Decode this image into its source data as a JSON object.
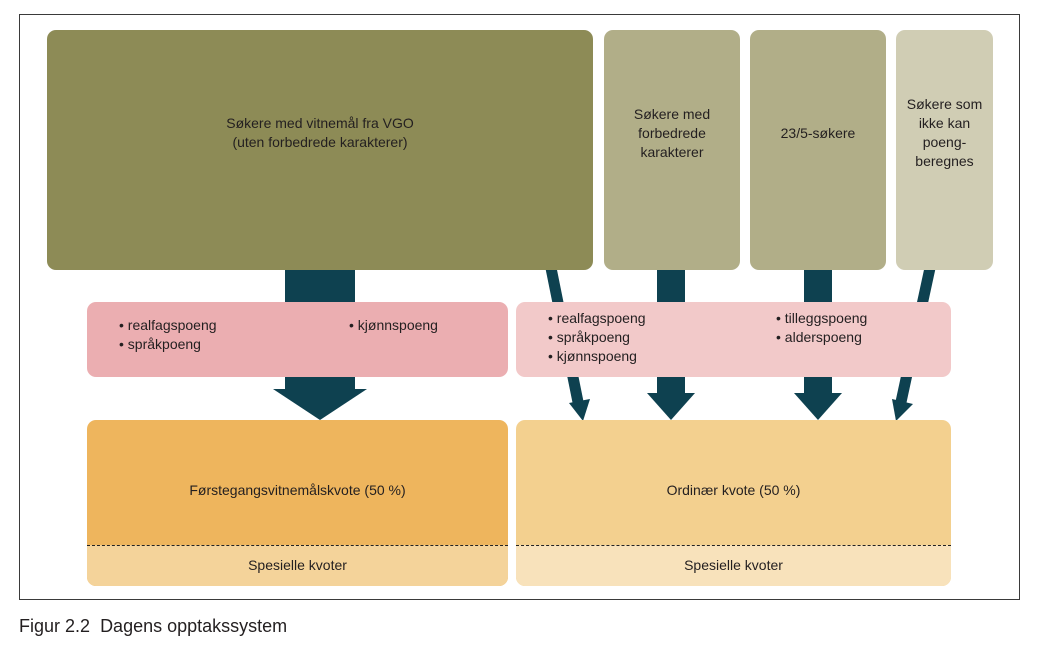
{
  "colors": {
    "arrow": "#0e4150",
    "box_main": "#8d8b56",
    "box_mid": "#b1ae88",
    "box_light": "#d0cdb4",
    "pink_dark": "#ebaeb1",
    "pink_light": "#f2c9c9",
    "quota_left": "#eeb55d",
    "quota_right": "#f3d08f",
    "special_left": "#f4d39a",
    "special_right": "#f8e2bb"
  },
  "applicants": {
    "vgo": "Søkere med vitnemål fra VGO\n(uten forbedrede karakterer)",
    "improved": "Søkere med\nforbedrede\nkarakterer",
    "age": "23/5-søkere",
    "no_points": "Søkere som\nikke kan\npoeng-\nberegnes"
  },
  "points_left": {
    "col1": [
      "realfagspoeng",
      "språkpoeng"
    ],
    "col2": [
      "kjønnspoeng"
    ]
  },
  "points_right": {
    "col1": [
      "realfagspoeng",
      "språkpoeng",
      "kjønnspoeng"
    ],
    "col2": [
      "tilleggspoeng",
      "alderspoeng"
    ]
  },
  "quotas": {
    "first_time": "Førstegangsvitnemålskvote (50 %)",
    "ordinary": "Ordinær kvote (50 %)",
    "special_left": "Spesielle kvoter",
    "special_right": "Spesielle kvoter"
  },
  "caption": {
    "label": "Figur 2.2",
    "title": "Dagens opptakssystem"
  }
}
